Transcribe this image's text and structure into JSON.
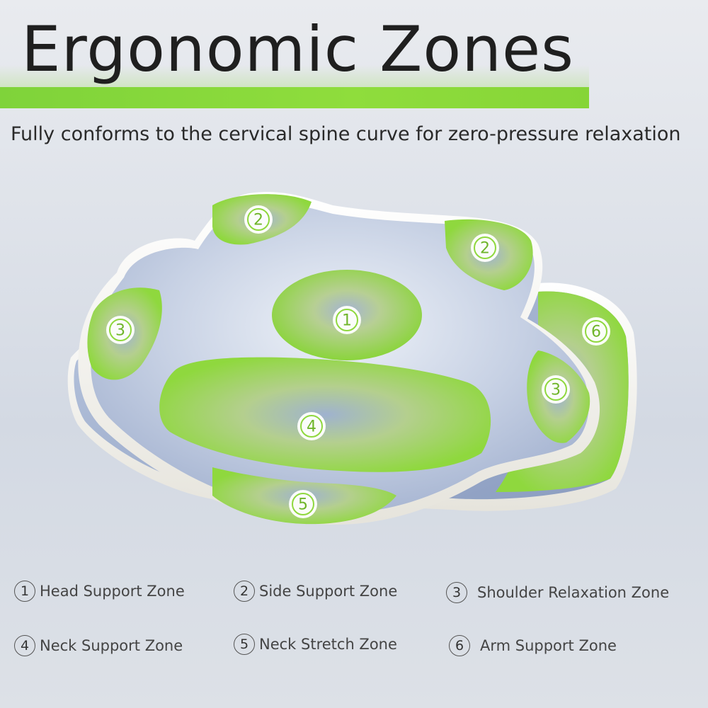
{
  "header": {
    "title": "Ergonomic Zones",
    "subtitle": "Fully conforms to the cervical spine curve for zero-pressure relaxation"
  },
  "colors": {
    "accent_green": "#8fdd3c",
    "pillow_blue": "#c9d3e6",
    "pillow_edge": "#f4f3ee",
    "text_dark": "#1f1f1f"
  },
  "pillow_zones": [
    {
      "number": "1"
    },
    {
      "number": "2"
    },
    {
      "number": "2"
    },
    {
      "number": "3"
    },
    {
      "number": "3"
    },
    {
      "number": "4"
    },
    {
      "number": "5"
    },
    {
      "number": "6"
    }
  ],
  "legend": [
    {
      "number": "1",
      "label": "Head Support Zone"
    },
    {
      "number": "2",
      "label": "Side Support Zone"
    },
    {
      "number": "3",
      "label": "Shoulder Relaxation Zone"
    },
    {
      "number": "4",
      "label": "Neck Support Zone"
    },
    {
      "number": "5",
      "label": "Neck Stretch Zone"
    },
    {
      "number": "6",
      "label": "Arm Support Zone"
    }
  ]
}
